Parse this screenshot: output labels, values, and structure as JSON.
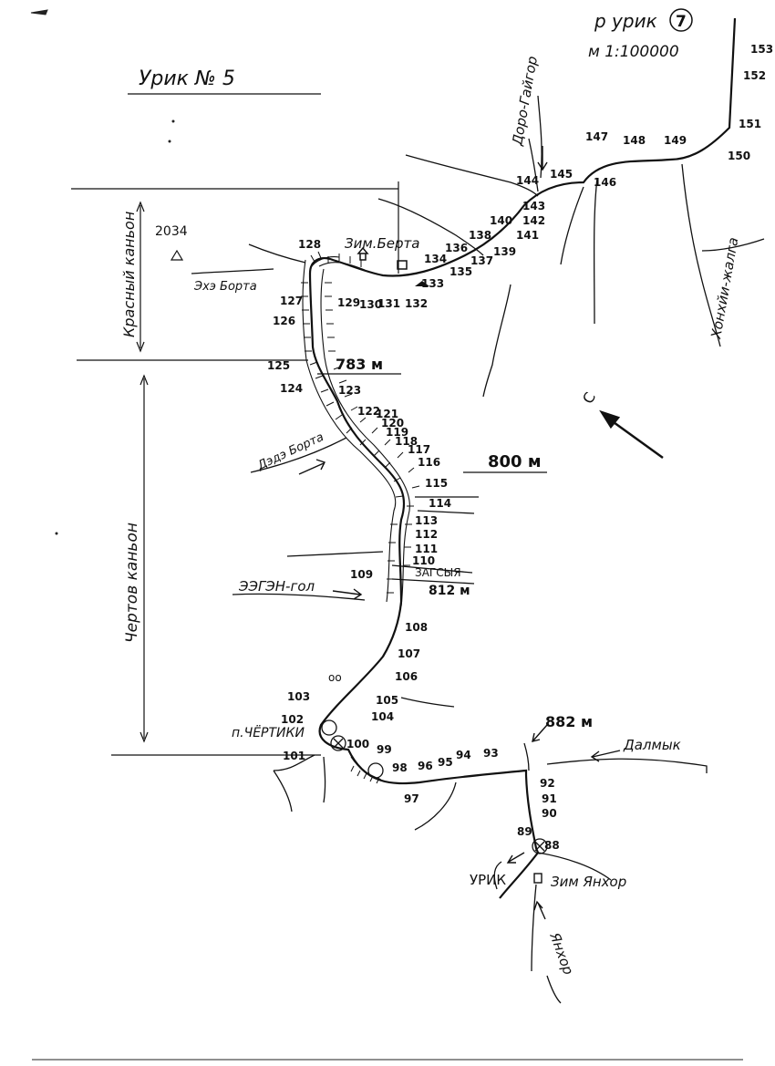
{
  "sheet_title": "Урик № 5",
  "river_header": "р урик",
  "sheet_number": "7",
  "scale": "м 1:100000",
  "elevation_peak": "2034",
  "canyon_upper": "Красный каньон",
  "canyon_lower": "Чертов каньон",
  "north_label": "С",
  "places": {
    "zim_berta": "Зим.Берта",
    "zim_yanhor": "Зим Янхор",
    "cherti": "п.ЧЁРТИКИ"
  },
  "rivers": {
    "doro_gaygor": "Доро-Гайгор",
    "honhyi_jalga": "Хонхйи-жалга",
    "ehe_berta": "Эхэ Борта",
    "dede_berta": "Дэдэ Борта",
    "ezegen_gol": "ЭЭГЭН-гол",
    "zagsia": "ЗАГСЫЯ",
    "dalmyk": "Далмык",
    "urik": "УРИК",
    "yanhor": "Янхор"
  },
  "elevations": {
    "e783": "783 м",
    "e800": "800 м",
    "e812": "812 м",
    "e882": "882 м"
  },
  "km_marks": [
    "88",
    "89",
    "90",
    "91",
    "92",
    "93",
    "94",
    "95",
    "96",
    "97",
    "98",
    "99",
    "100",
    "101",
    "102",
    "103",
    "104",
    "105",
    "106",
    "107",
    "108",
    "109",
    "110",
    "111",
    "112",
    "113",
    "114",
    "115",
    "116",
    "117",
    "118",
    "119",
    "120",
    "121",
    "122",
    "123",
    "124",
    "125",
    "126",
    "127",
    "128",
    "129",
    "130",
    "131",
    "132",
    "133",
    "134",
    "135",
    "136",
    "137",
    "138",
    "139",
    "140",
    "141",
    "142",
    "143",
    "144",
    "145",
    "146",
    "147",
    "148",
    "149",
    "150",
    "151",
    "152",
    "153"
  ]
}
